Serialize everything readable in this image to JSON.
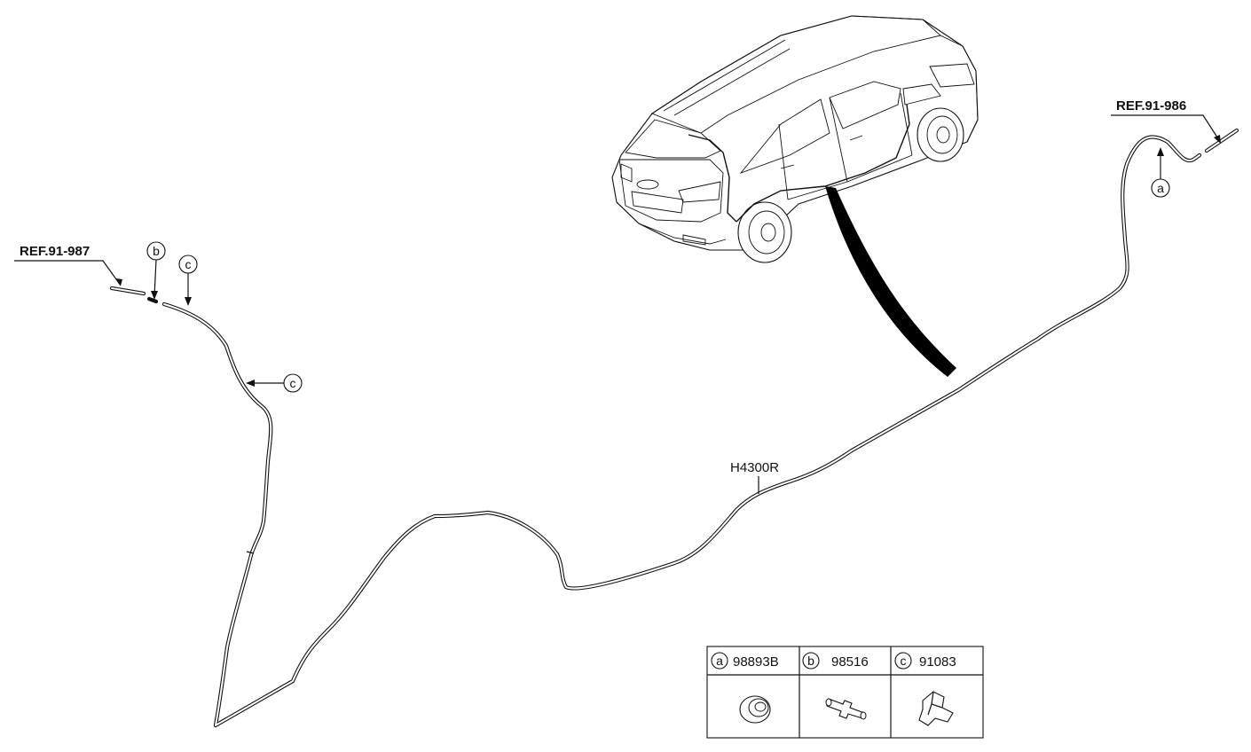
{
  "labels": {
    "ref_left": "REF.91-987",
    "ref_right": "REF.91-986",
    "part_hose": "H4300R"
  },
  "callouts": {
    "a": "a",
    "b": "b",
    "c": "c"
  },
  "parts_table": [
    {
      "letter": "a",
      "part_number": "98893B",
      "icon": "grommet-icon"
    },
    {
      "letter": "b",
      "part_number": "98516",
      "icon": "hose-connector-icon"
    },
    {
      "letter": "c",
      "part_number": "91083",
      "icon": "clip-icon"
    }
  ]
}
